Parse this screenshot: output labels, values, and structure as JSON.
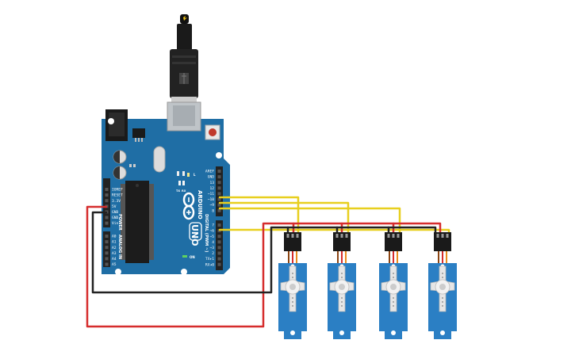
{
  "board": {
    "name": "ARDUINO",
    "model": "UNO",
    "on_label": "ON",
    "tx_label": "TX",
    "rx_label": "RX",
    "l_label": "L",
    "digital_label": "DIGITAL (PWM ~)",
    "power_label": "POWER",
    "analog_label": "ANALOG IN",
    "left_power_pins": [
      "IOREF",
      "RESET",
      "3.3V",
      "5V",
      "GND",
      "GND",
      "Vin"
    ],
    "analog_pins": [
      "A0",
      "A1",
      "A2",
      "A3",
      "A4",
      "A5"
    ],
    "digital_pins_top": [
      "AREF",
      "GND",
      "13",
      "12",
      "~11",
      "~10",
      "~9",
      "8"
    ],
    "digital_pins_bottom": [
      "7",
      "~6",
      "~5",
      "4",
      "~3",
      "2",
      "TX▸1",
      "RX◂0"
    ]
  },
  "servo_count": 4,
  "colors": {
    "board": "#1f6ea5",
    "board_dark": "#175a89",
    "servo": "#2b7fc4",
    "wire_signal": "#e8cf1e",
    "wire_power": "#d62d2d",
    "wire_ground": "#222222"
  }
}
